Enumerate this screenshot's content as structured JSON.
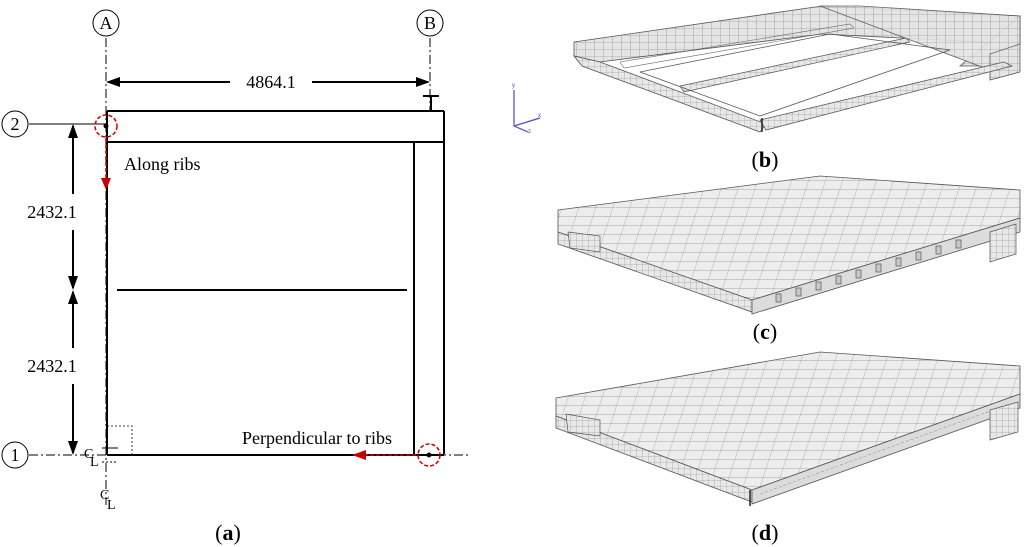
{
  "plan": {
    "grid_lines": {
      "col_a": "A",
      "col_b": "B",
      "row_1": "1",
      "row_2": "2"
    },
    "dimensions": {
      "horizontal": "4864.1",
      "vertical_upper": "2432.1",
      "vertical_lower": "2432.1"
    },
    "annotations": {
      "along_ribs": "Along ribs",
      "perpendicular_to_ribs": "Perpendicular to ribs"
    },
    "centerline_symbol_c": "C",
    "centerline_symbol_l": "L",
    "accent_color": "#cc0000"
  },
  "panels": {
    "a": {
      "open": "(",
      "letter": "a",
      "close": ")"
    },
    "b": {
      "open": "(",
      "letter": "b",
      "close": ")"
    },
    "c": {
      "open": "(",
      "letter": "c",
      "close": ")"
    },
    "d": {
      "open": "(",
      "letter": "d",
      "close": ")"
    }
  },
  "axis_triad": {
    "x": "x",
    "y": "y",
    "z": "z"
  }
}
